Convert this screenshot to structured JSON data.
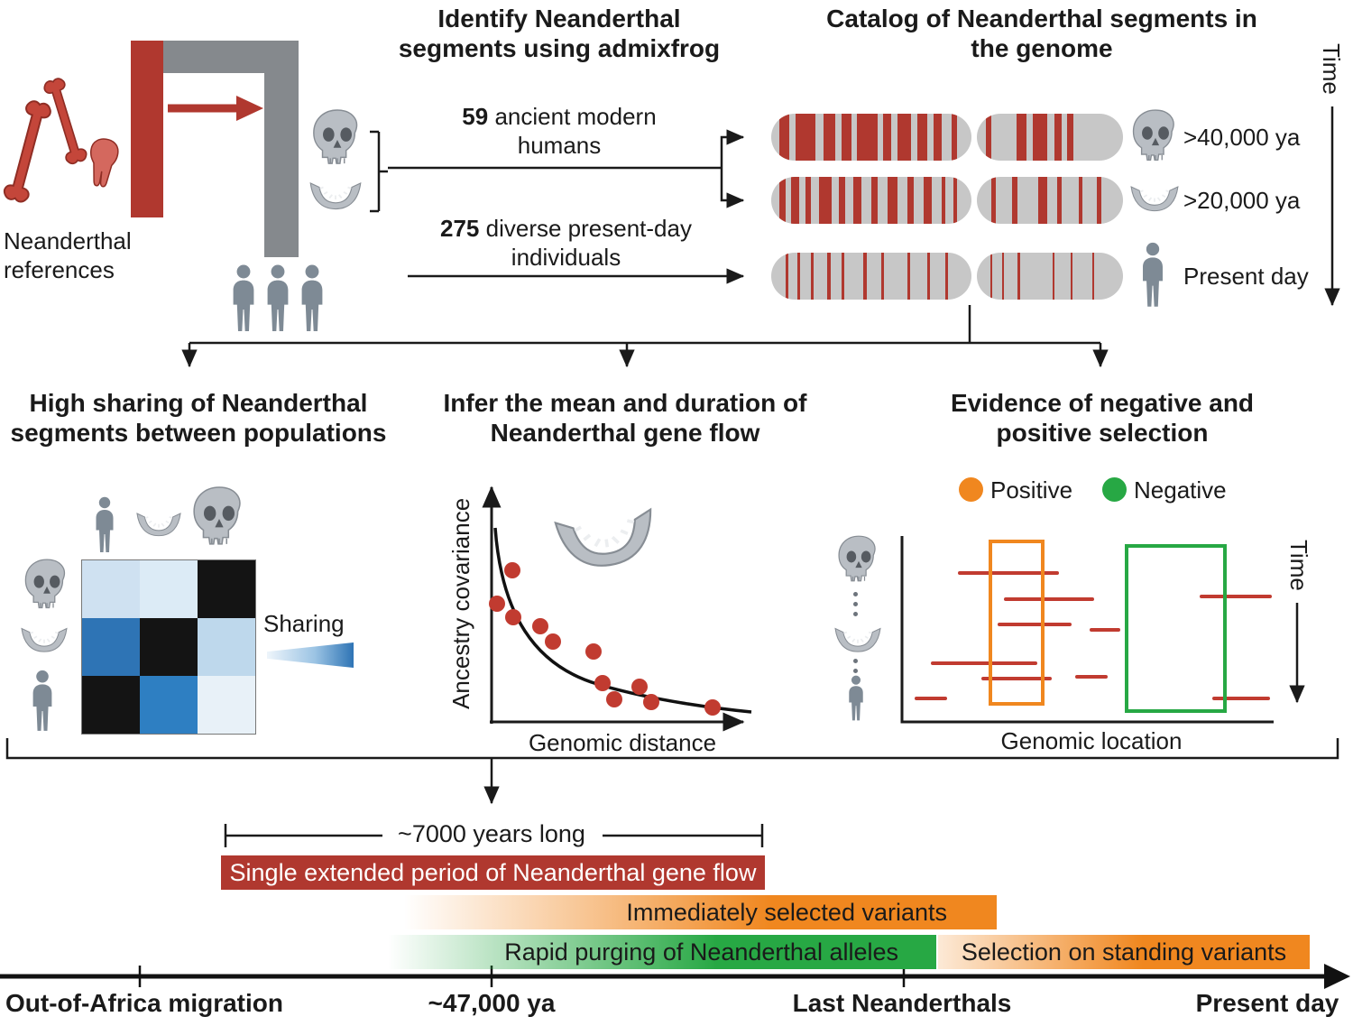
{
  "top": {
    "identify_title": "Identify Neanderthal segments using admixfrog",
    "catalog_title": "Catalog of Neanderthal segments in the genome",
    "neanderthal_references": "Neanderthal references",
    "ancient_count": "59",
    "ancient_text": "ancient modern humans",
    "present_count": "275",
    "present_text": "diverse present-day individuals",
    "time_label": "Time"
  },
  "catalog": {
    "rows": [
      {
        "age": ">40,000 ya",
        "icon": "skull",
        "cap1": [
          [
            4,
            5
          ],
          [
            12,
            10
          ],
          [
            26,
            6
          ],
          [
            35,
            5
          ],
          [
            43,
            10
          ],
          [
            56,
            4
          ],
          [
            63,
            7
          ],
          [
            73,
            5
          ],
          [
            81,
            4
          ],
          [
            90,
            3
          ]
        ],
        "cap2": [
          [
            6,
            4
          ],
          [
            27,
            7
          ],
          [
            38,
            10
          ],
          [
            53,
            5
          ],
          [
            62,
            4
          ]
        ]
      },
      {
        "age": ">20,000 ya",
        "icon": "jaw",
        "cap1": [
          [
            4,
            3
          ],
          [
            10,
            4
          ],
          [
            17,
            3
          ],
          [
            24,
            6
          ],
          [
            34,
            3
          ],
          [
            41,
            4
          ],
          [
            50,
            3
          ],
          [
            58,
            5
          ],
          [
            68,
            3
          ],
          [
            76,
            4
          ],
          [
            85,
            2
          ],
          [
            91,
            2
          ]
        ],
        "cap2": [
          [
            10,
            3
          ],
          [
            24,
            4
          ],
          [
            42,
            6
          ],
          [
            55,
            3
          ],
          [
            70,
            2
          ],
          [
            82,
            3
          ]
        ]
      },
      {
        "age": "Present day",
        "icon": "human",
        "cap1": [
          [
            7,
            1.4
          ],
          [
            13,
            1.4
          ],
          [
            20,
            1.4
          ],
          [
            28,
            1.8
          ],
          [
            35,
            1.4
          ],
          [
            46,
            1.8
          ],
          [
            55,
            1.4
          ],
          [
            68,
            1.4
          ],
          [
            78,
            1.2
          ],
          [
            87,
            1.2
          ]
        ],
        "cap2": [
          [
            9,
            1.8
          ],
          [
            17,
            1.4
          ],
          [
            28,
            1.4
          ],
          [
            52,
            1.2
          ],
          [
            64,
            1.4
          ],
          [
            79,
            1.2
          ]
        ]
      }
    ]
  },
  "panels": {
    "sharing": {
      "title": "High sharing of Neanderthal segments between populations",
      "legend_label": "Sharing",
      "matrix": [
        [
          "#cfe1f1",
          "#dcebf6",
          "#141414"
        ],
        [
          "#2e74b5",
          "#141414",
          "#bed8ec"
        ],
        [
          "#141414",
          "#2e7fc2",
          "#e8f1f8"
        ]
      ]
    },
    "geneflow": {
      "title": "Infer the mean and duration of Neanderthal gene flow",
      "ylabel": "Ancestry covariance",
      "xlabel": "Genomic distance",
      "chart_type": "scatter",
      "points": [
        [
          568,
          632
        ],
        [
          551,
          669
        ],
        [
          569,
          684
        ],
        [
          599,
          694
        ],
        [
          613,
          711
        ],
        [
          658,
          722
        ],
        [
          668,
          757
        ],
        [
          681,
          775
        ],
        [
          709,
          761
        ],
        [
          722,
          778
        ],
        [
          790,
          784
        ]
      ]
    },
    "selection": {
      "title": "Evidence of negative and positive selection",
      "legend": [
        {
          "label": "Positive",
          "color": "#f0871f"
        },
        {
          "label": "Negative",
          "color": "#27a844"
        }
      ],
      "xlabel": "Genomic location",
      "time_label": "Time",
      "segments": [
        [
          1062,
          633,
          112
        ],
        [
          1330,
          659,
          80
        ],
        [
          1113,
          662,
          100
        ],
        [
          1106,
          690,
          82
        ],
        [
          1208,
          696,
          34
        ],
        [
          1032,
          733,
          118
        ],
        [
          1088,
          750,
          78
        ],
        [
          1192,
          748,
          36
        ],
        [
          1014,
          772,
          36
        ],
        [
          1344,
          772,
          64
        ]
      ]
    }
  },
  "timeline": {
    "duration_label": "~7000 years long",
    "bar_red": "Single extended period of Neanderthal gene flow",
    "bar_orange1": "Immediately selected variants",
    "bar_green": "Rapid purging of Neanderthal alleles",
    "bar_orange2": "Selection on standing variants",
    "axis_labels": [
      "Out-of-Africa migration",
      "~47,000 ya",
      "Last Neanderthals",
      "Present day"
    ]
  },
  "colors": {
    "red": "#b0382f",
    "orange": "#f0871f",
    "green": "#27a844",
    "blue": "#2e74b5",
    "chromosome_gray": "#c7c7c7",
    "black": "#1a1a1a"
  }
}
